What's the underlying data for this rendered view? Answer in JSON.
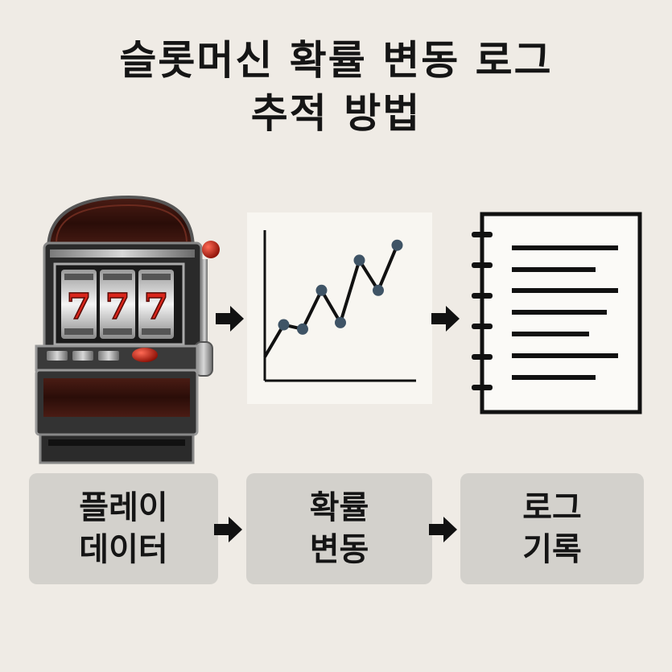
{
  "title": {
    "line1": "슬롯머신 확률 변동 로그",
    "line2": "추적 방법"
  },
  "slot_machine": {
    "reels": [
      "7",
      "7",
      "7"
    ]
  },
  "chart_data": {
    "type": "line",
    "series": [
      {
        "points": [
          [
            1,
            2.6
          ],
          [
            2,
            2.4
          ],
          [
            3,
            4.2
          ],
          [
            4,
            2.7
          ],
          [
            5,
            5.6
          ],
          [
            6,
            4.2
          ],
          [
            7,
            6.3
          ]
        ]
      }
    ],
    "xlim": [
      0,
      8
    ],
    "ylim": [
      0,
      7
    ],
    "grid": false,
    "colors": {
      "line": "#111111",
      "marker": "#3f5466"
    }
  },
  "steps": [
    {
      "line1": "플레이",
      "line2": "데이터"
    },
    {
      "line1": "확률",
      "line2": "변동"
    },
    {
      "line1": "로그",
      "line2": "기록"
    }
  ],
  "icons": [
    "slot-machine-icon",
    "arrow-right-icon",
    "line-chart-icon",
    "notepad-icon"
  ]
}
